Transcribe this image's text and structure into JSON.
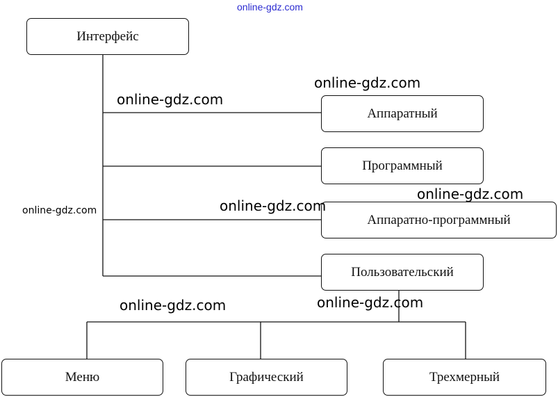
{
  "diagram": {
    "root": "Интерфейс",
    "types": [
      "Аппаратный",
      "Программный",
      "Аппаратно-программный",
      "Пользовательский"
    ],
    "user_subtypes": [
      "Меню",
      "Графический",
      "Трехмерный"
    ]
  },
  "watermarks": [
    "online-gdz.com",
    "online-gdz.com",
    "online-gdz.com",
    "online-gdz.com",
    "online-gdz.com",
    "online-gdz.com",
    "online-gdz.com",
    "online-gdz.com"
  ]
}
